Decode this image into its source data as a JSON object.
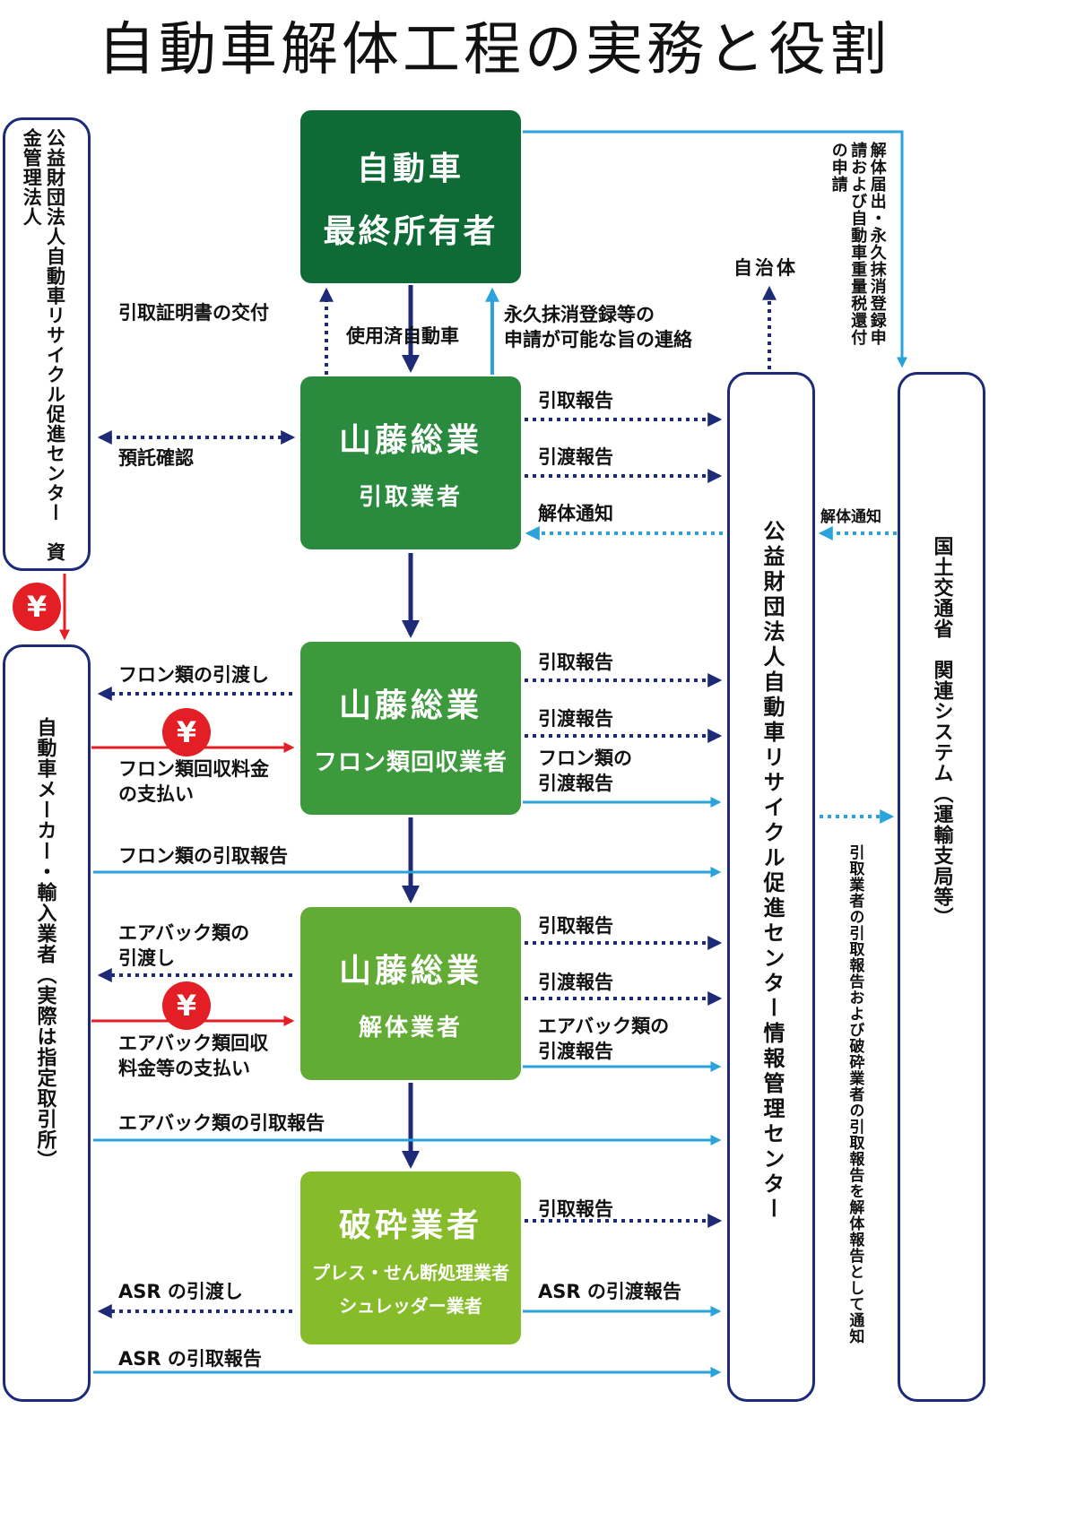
{
  "title": "自動車解体工程の実務と役割",
  "colors": {
    "navy": "#1c2a78",
    "sky": "#2aa3dc",
    "red": "#e31e24",
    "box1": "#0f6b36",
    "box2": "#2a8a3e",
    "box3": "#3d9a3c",
    "box4": "#62ab35",
    "box5": "#86bc2a"
  },
  "left_orgs": {
    "fund_center": "公益財団法人自動車リサイクル促進センター　資金管理法人",
    "makers": "自動車メーカー・輸入業者（実際は指定取引所）"
  },
  "right_orgs": {
    "info_center": "公益財団法人自動車リサイクル促進センター情報管理センター",
    "mlit": "国土交通省　関連システム（運輸支局等）",
    "municipality": "自治体"
  },
  "boxes": {
    "owner": {
      "line1": "自動車",
      "line2": "最終所有者"
    },
    "collector": {
      "line1": "山藤総業",
      "line2": "引取業者"
    },
    "freon": {
      "line1": "山藤総業",
      "line2": "フロン類回収業者"
    },
    "dismantler": {
      "line1": "山藤総業",
      "line2": "解体業者"
    },
    "shredder": {
      "line1": "破砕業者",
      "line2": "プレス・せん断処理業者",
      "line3": "シュレッダー業者"
    }
  },
  "labels": {
    "certificate": "引取証明書の交付",
    "used_car": "使用済自動車",
    "deregister_1": "永久抹消登録等の",
    "deregister_2": "申請が可能な旨の連絡",
    "mlit_apply": "解体届出・永久抹消登録申請および自動車重量税還付の申請",
    "deposit_check": "預託確認",
    "pickup_report": "引取報告",
    "transfer_report": "引渡報告",
    "dismantle_notice": "解体通知",
    "freon_handover": "フロン類の引渡し",
    "freon_fee_1": "フロン類回収料金",
    "freon_fee_2": "の支払い",
    "freon_transfer_1": "フロン類の",
    "freon_transfer_2": "引渡報告",
    "freon_pickup": "フロン類の引取報告",
    "airbag_handover_1": "エアバック類の",
    "airbag_handover_2": "引渡し",
    "airbag_fee_1": "エアバック類回収",
    "airbag_fee_2": "料金等の支払い",
    "airbag_transfer_1": "エアバック類の",
    "airbag_transfer_2": "引渡報告",
    "airbag_pickup": "エアバック類の引取報告",
    "asr_handover": "ASR の引渡し",
    "asr_transfer": "ASR の引渡報告",
    "asr_pickup": "ASR の引取報告",
    "notify_side": "引取業者の引取報告および破砕業者の引取報告を解体報告として通知",
    "yen": "¥"
  }
}
